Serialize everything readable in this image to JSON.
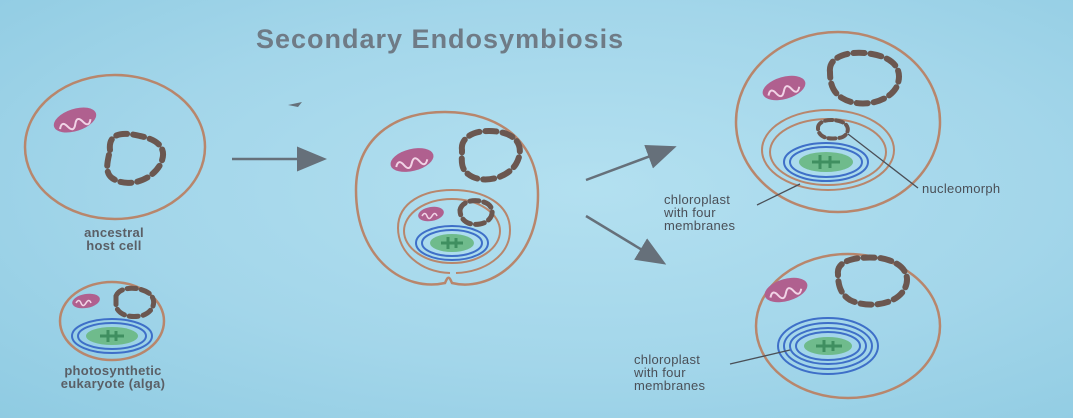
{
  "title": "Secondary Endosymbiosis",
  "labels": {
    "host_line1": "ancestral",
    "host_line2": "host cell",
    "alga_line1": "photosynthetic",
    "alga_line2": "eukaryote (alga)",
    "chloro_top_line1": "chloroplast",
    "chloro_top_line2": "with four",
    "chloro_top_line3": "membranes",
    "nucleomorph": "nucleomorph",
    "chloro_bottom_line1": "chloroplast",
    "chloro_bottom_line2": "with four",
    "chloro_bottom_line3": "membranes"
  },
  "colors": {
    "background": "#a3d6ea",
    "cell_membrane": "#b8866c",
    "nucleus": "#6b5750",
    "mitochondrion": "#b0608f",
    "chloroplast_membrane": "#3e6fc8",
    "chloroplast_stroma": "#6fbb8c",
    "arrow": "#66707a",
    "title": "#6f7b86"
  }
}
